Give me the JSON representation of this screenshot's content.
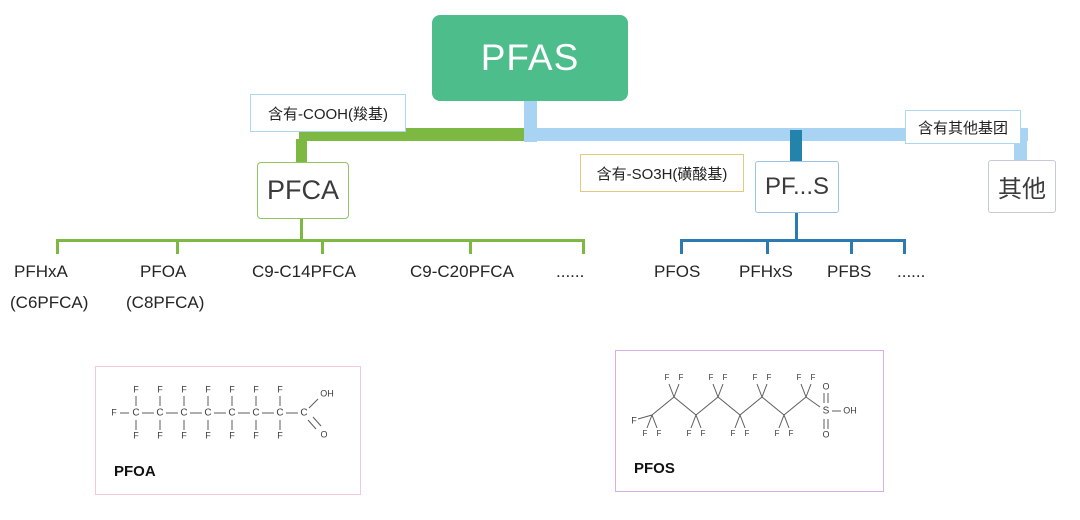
{
  "root": {
    "label": "PFAS"
  },
  "branches": {
    "pfca": {
      "condition_label": "含有-COOH(羧基)",
      "node_label": "PFCA",
      "children": [
        {
          "name": "PFHxA",
          "sub": "(C6PFCA)"
        },
        {
          "name": "PFOA",
          "sub": "(C8PFCA)"
        },
        {
          "name": "C9-C14PFCA",
          "sub": ""
        },
        {
          "name": "C9-C20PFCA",
          "sub": ""
        },
        {
          "name": "......",
          "sub": ""
        }
      ]
    },
    "sulfonic": {
      "condition_label": "含有-SO3H(磺酸基)",
      "node_label": "PF...S",
      "children": [
        {
          "name": "PFOS"
        },
        {
          "name": "PFHxS"
        },
        {
          "name": "PFBS"
        },
        {
          "name": "......"
        }
      ]
    },
    "other": {
      "condition_label": "含有其他基团",
      "node_label": "其他"
    }
  },
  "structures": {
    "pfoa": {
      "caption": "PFOA",
      "chain_atom": "C",
      "f_label": "F",
      "o_label": "O",
      "oh_label": "OH",
      "num_carbons": 8
    },
    "pfos": {
      "caption": "PFOS",
      "f_label": "F",
      "s_label": "S",
      "o_label": "O",
      "oh_label": "OH",
      "num_carbons": 8
    }
  },
  "colors": {
    "pfas_green": "#4dbd8b",
    "light_blue": "#a9d3f2",
    "branch_green": "#7db843",
    "teal": "#2383ab",
    "green_line": "#7db843",
    "blue_line": "#2b7bb0",
    "cooh_border": "#abd7f0",
    "so3h_border": "#e3c87e",
    "other_border": "#abd7f0",
    "pfca_border": "#93c464",
    "pfs_border": "#9cc3e5",
    "other_node_border": "#c3cbd6",
    "pfoa_panel_border": "#f4c8d9",
    "pfos_panel_border": "#d8aee6"
  }
}
